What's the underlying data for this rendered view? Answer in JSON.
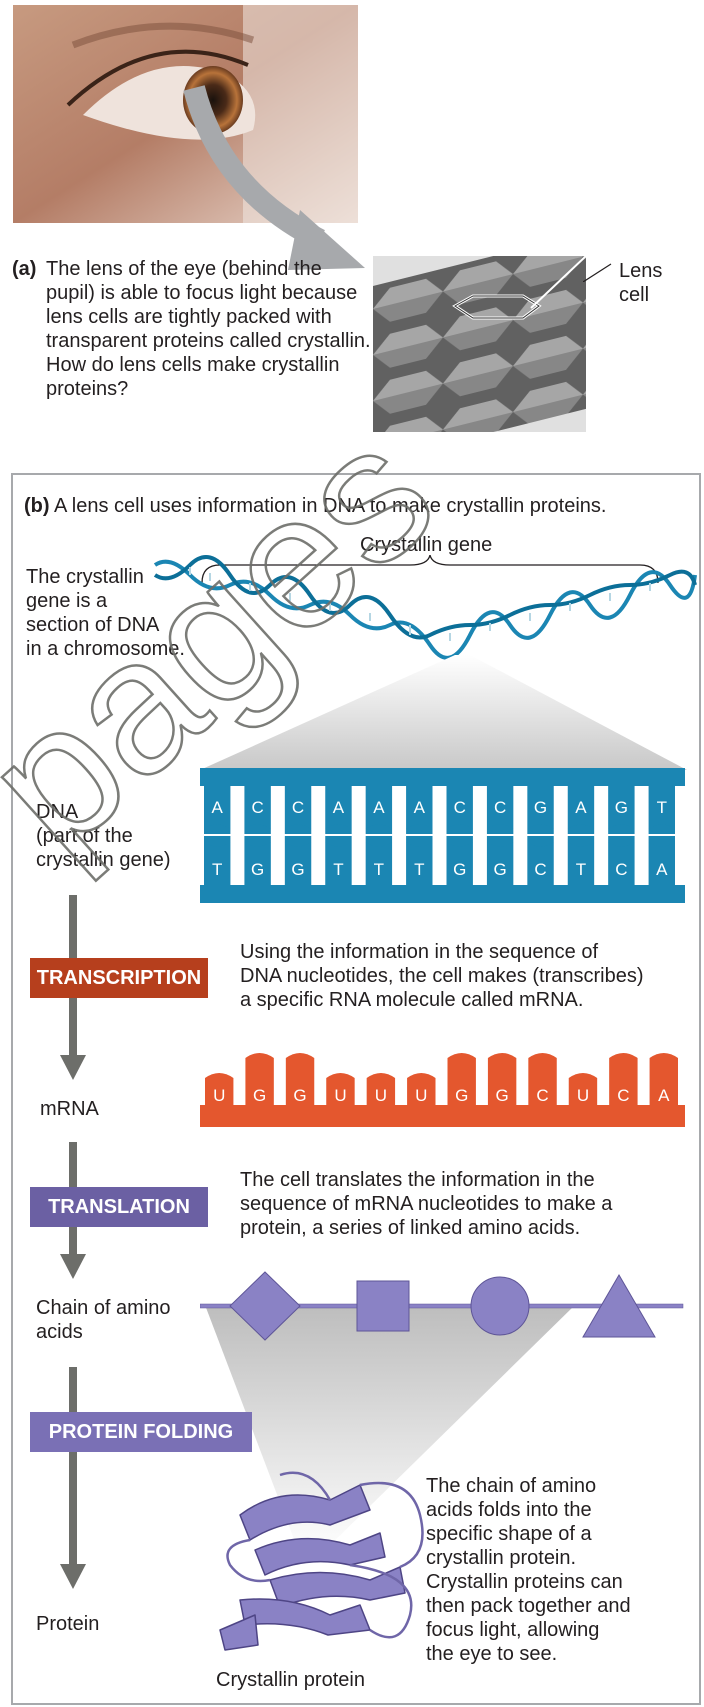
{
  "panel_a": {
    "label": "(a)",
    "caption": "The lens of the eye (behind the pupil) is able to focus light because lens cells are tightly packed with transparent proteins called crystallin. How do lens cells make crystallin proteins?",
    "callout_line1": "Lens",
    "callout_line2": "cell"
  },
  "panel_b": {
    "label": "(b)",
    "title": "A lens cell uses information in DNA to make crystallin proteins.",
    "gene_brace_label": "Crystallin gene",
    "gene_description": [
      "The crystallin",
      "gene is a",
      "section of DNA",
      "in a chromosome."
    ],
    "dna_label": [
      "DNA",
      "(part of the",
      "crystallin gene)"
    ],
    "dna_top_strand": [
      "A",
      "C",
      "C",
      "A",
      "A",
      "A",
      "C",
      "C",
      "G",
      "A",
      "G",
      "T"
    ],
    "dna_bottom_strand": [
      "T",
      "G",
      "G",
      "T",
      "T",
      "T",
      "G",
      "G",
      "C",
      "T",
      "C",
      "A"
    ],
    "transcription_label": "TRANSCRIPTION",
    "transcription_text": [
      "Using the information in the sequence of",
      "DNA nucleotides, the cell makes (transcribes)",
      "a specific RNA molecule called mRNA."
    ],
    "mrna_label": "mRNA",
    "mrna_bases": [
      "U",
      "G",
      "G",
      "U",
      "U",
      "U",
      "G",
      "G",
      "C",
      "U",
      "C",
      "A"
    ],
    "translation_label": "TRANSLATION",
    "translation_text": [
      "The cell translates the information in the",
      "sequence of mRNA nucleotides to make a",
      "protein, a series of linked amino acids."
    ],
    "amino_chain_label": [
      "Chain of amino",
      "acids"
    ],
    "folding_label": "PROTEIN FOLDING",
    "protein_label": "Protein",
    "folding_text": [
      "The chain of amino",
      "acids folds into the",
      "specific shape of a",
      "crystallin protein.",
      "Crystallin proteins can",
      "then pack together and",
      "focus light, allowing",
      "the eye to see."
    ],
    "protein_caption": "Crystallin protein"
  },
  "watermark": "pages",
  "colors": {
    "dna_blue": "#1b86b3",
    "dna_dark": "#0c6f98",
    "mrna_orange": "#e4572e",
    "transcription_red": "#b63f1d",
    "protein_purple": "#8a82c5",
    "arrow_gray": "#6d6e6a"
  }
}
